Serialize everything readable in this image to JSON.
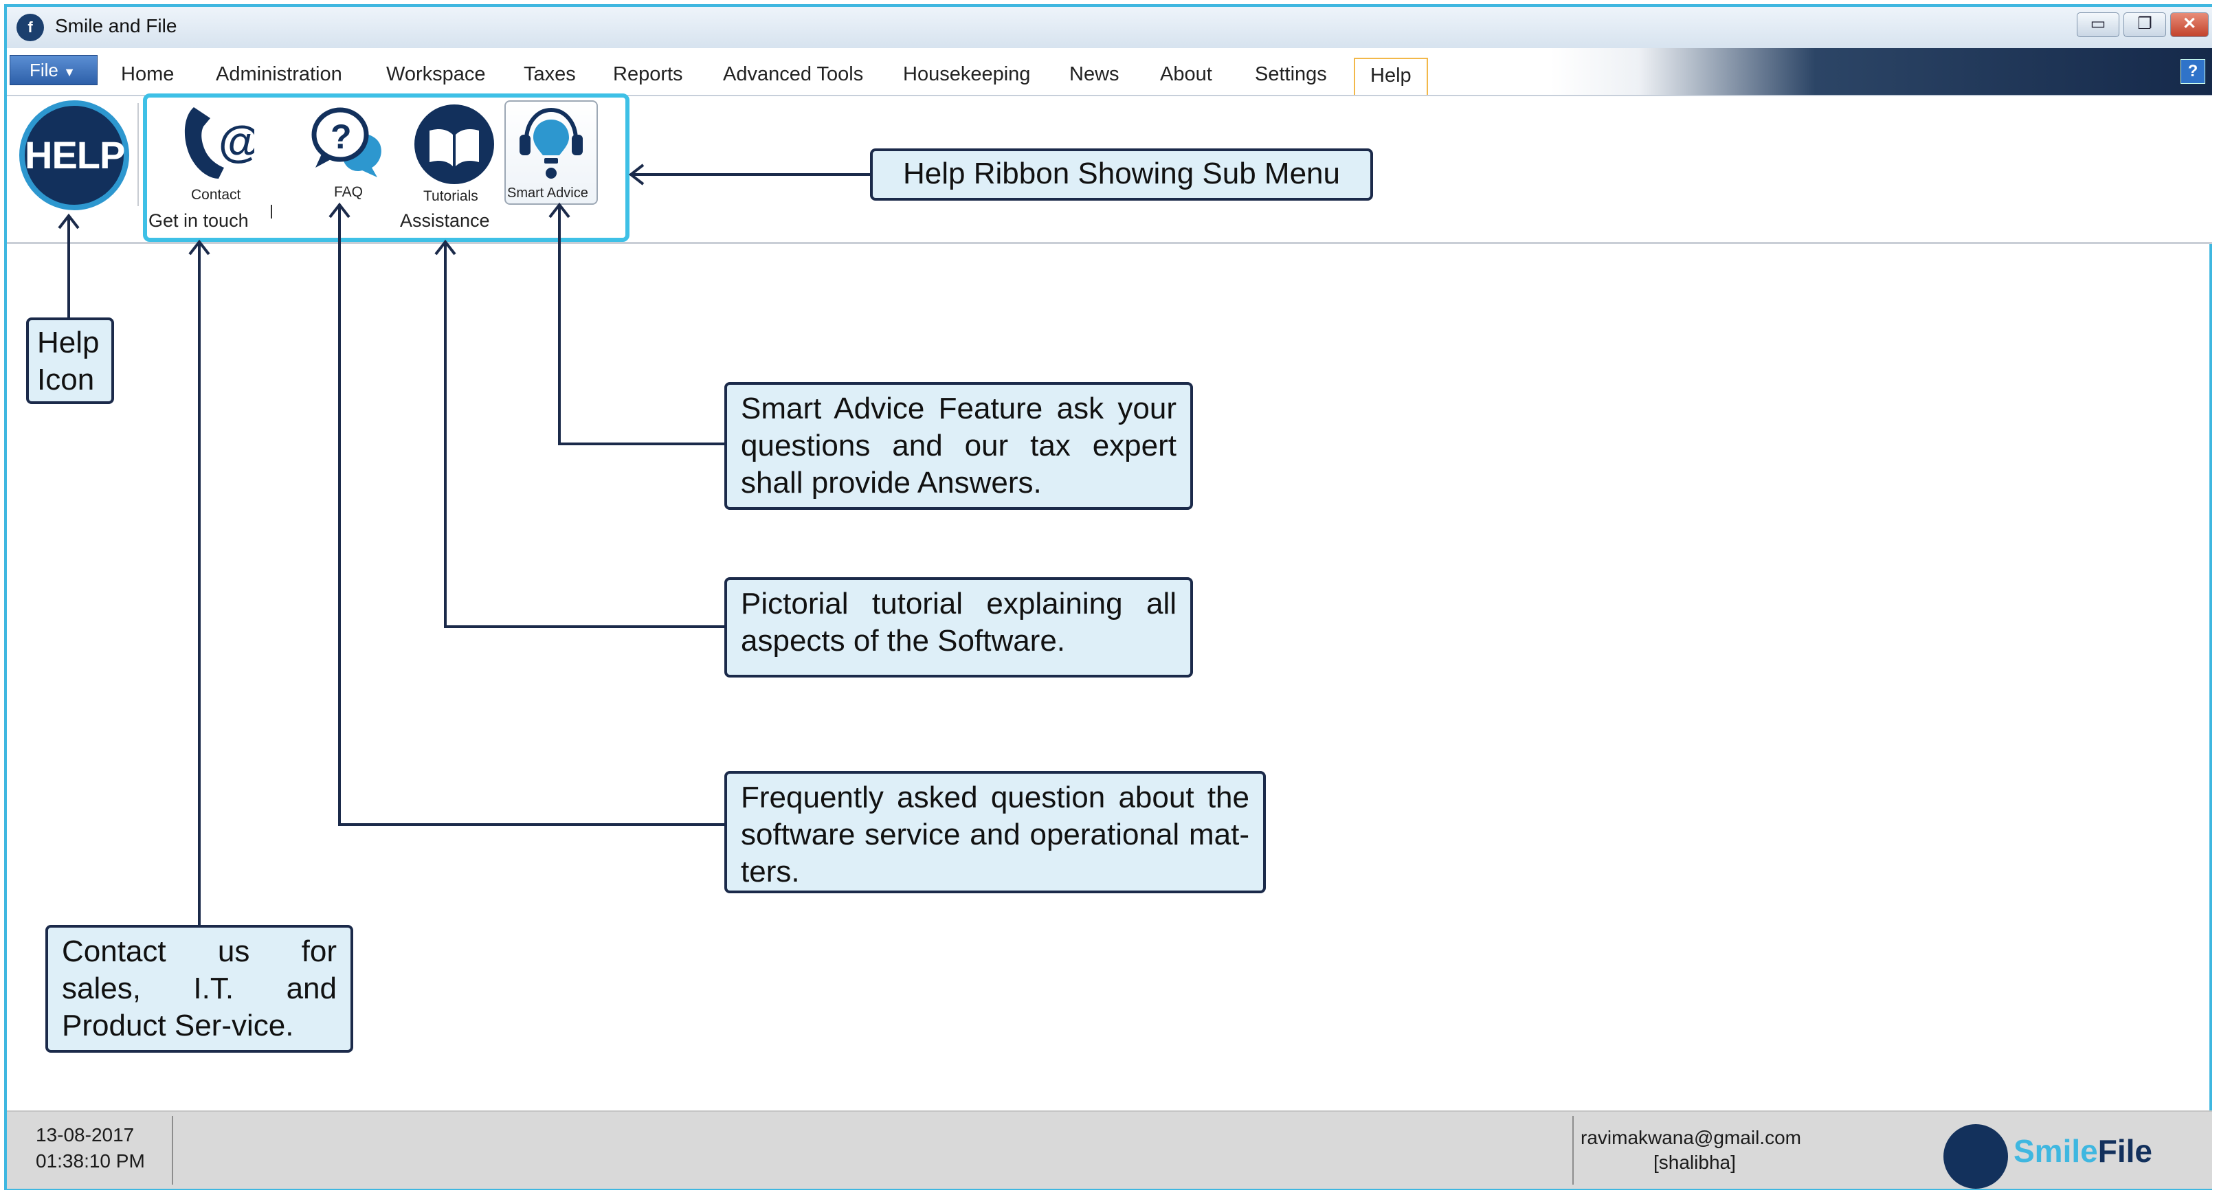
{
  "window": {
    "title": "Smile and File",
    "controls": [
      "minimize",
      "restore",
      "close"
    ]
  },
  "menubar": {
    "file_label": "File",
    "tabs": [
      "Home",
      "Administration",
      "Workspace",
      "Taxes",
      "Reports",
      "Advanced Tools",
      "Housekeeping",
      "News",
      "About",
      "Settings",
      "Help"
    ],
    "active_tab": "Help",
    "help_icon": "?"
  },
  "ribbon": {
    "help_icon_text": "HELP",
    "buttons": {
      "contact": "Contact",
      "faq": "FAQ",
      "tutorials": "Tutorials",
      "smart_advice": "Smart Advice"
    },
    "groups": {
      "get_in_touch": "Get in touch",
      "assistance": "Assistance"
    }
  },
  "callouts": {
    "ribbon": "Help Ribbon Showing Sub Menu",
    "help_icon": "Help Icon",
    "smart_advice": "Smart Advice Feature ask your questions and our tax expert shall provide Answers.",
    "tutorials": "Pictorial tutorial explaining all aspects of the Software.",
    "faq": "Frequently asked question about the software service and operational mat-ters.",
    "contact": "Contact us for sales, I.T. and Product Ser-vice."
  },
  "statusbar": {
    "date": "13-08-2017",
    "time": "01:38:10 PM",
    "email": "ravimakwana@gmail.com",
    "user": "[shalibha]",
    "logo_text_1": "Smile",
    "logo_text_2": "File"
  },
  "colors": {
    "accent": "#3ec0e6",
    "dark_navy": "#12305c",
    "callout_fill": "#deeff8",
    "callout_border": "#1b2a4a",
    "active_tab_border": "#f2b84a"
  }
}
